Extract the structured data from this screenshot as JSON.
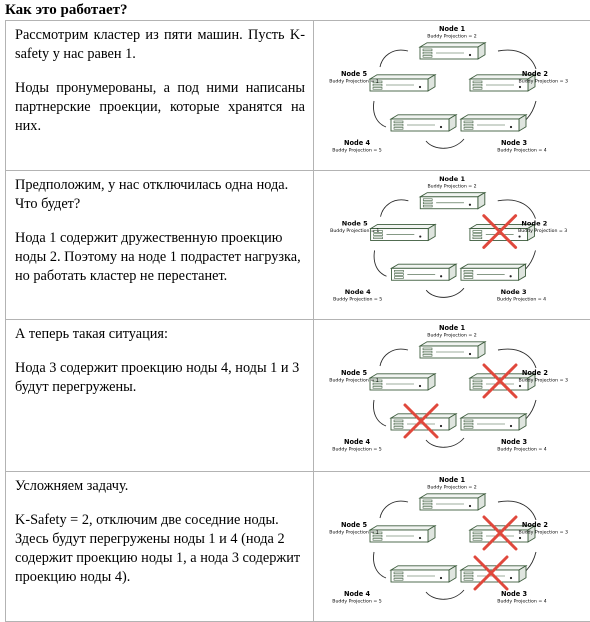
{
  "heading": "Как это работает?",
  "rows": [
    {
      "paragraphs": [
        "Рассмотрим кластер из пяти машин. Пусть K-safety у нас равен 1.",
        "Ноды пронумерованы, а под ними написаны партнерские проекции, которые хранятся на них."
      ],
      "failed_nodes": []
    },
    {
      "paragraphs": [
        "Предположим, у нас отключилась одна нода. Что будет?",
        "Нода 1 содержит дружественную проекцию ноды 2. Поэтому на ноде 1 подрастет нагрузка, но работать кластер не перестанет."
      ],
      "failed_nodes": [
        "Node 2"
      ]
    },
    {
      "paragraphs": [
        "А теперь такая ситуация:",
        "Нода 3 содержит проекцию ноды 4, ноды 1 и 3 будут перегружены."
      ],
      "failed_nodes": [
        "Node 2",
        "Node 4"
      ]
    },
    {
      "paragraphs": [
        "Усложняем задачу.",
        "K-Safety = 2, отключим две соседние ноды. Здесь будут перегружены ноды 1 и 4 (нода 2 содержит проекцию ноды 1, а нода 3 содержит проекцию ноды 4)."
      ],
      "failed_nodes": [
        "Node 2",
        "Node 3"
      ]
    }
  ],
  "diagram_labels": {
    "node1": {
      "name": "Node 1",
      "projection": "Buddy Projection = 2"
    },
    "node2": {
      "name": "Node 2",
      "projection": "Buddy Projection = 3"
    },
    "node3": {
      "name": "Node 3",
      "projection": "Buddy Projection = 4"
    },
    "node4": {
      "name": "Node 4",
      "projection": "Buddy Projection = 5"
    },
    "node5": {
      "name": "Node 5",
      "projection": "Buddy Projection = 1"
    }
  },
  "colors": {
    "server_outline": "#3d5c3d",
    "failure_cross": "#e0483c"
  }
}
